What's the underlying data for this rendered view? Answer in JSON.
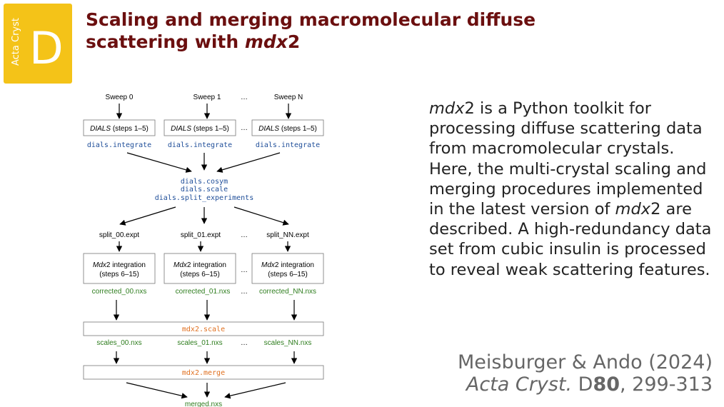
{
  "logo": {
    "side_text": "Acta Cryst",
    "letter": "D"
  },
  "title": {
    "line1": "Scaling and merging macromolecular diffuse",
    "line2_prefix": "scattering with ",
    "line2_italic": "mdx",
    "line2_suffix": "2"
  },
  "flowchart": {
    "sweeps": [
      "Sweep 0",
      "Sweep 1",
      "Sweep N"
    ],
    "ellipsis": "…",
    "dials_box": {
      "italic": "DIALS",
      "rest": " (steps 1–5)"
    },
    "integrate_cmd": "dials.integrate",
    "middle_cmds": [
      "dials.cosym",
      "dials.scale",
      "dials.split_experiments"
    ],
    "split_files": [
      "split_00.expt",
      "split_01.expt",
      "split_NN.expt"
    ],
    "mdx_box": {
      "italic": "Mdx",
      "rest": "2 integration",
      "line2": "(steps 6–15)"
    },
    "corrected_files": [
      "corrected_00.nxs",
      "corrected_01.nxs",
      "corrected_NN.nxs"
    ],
    "scale_cmd": "mdx2.scale",
    "scales_files": [
      "scales_00.nxs",
      "scales_01.nxs",
      "scales_NN.nxs"
    ],
    "merge_cmd": "mdx2.merge",
    "merged_file": "merged.nxs",
    "colors": {
      "dials_cmd": "#1f4e99",
      "mdx_cmd": "#e07020",
      "file_output": "#2e7d1e"
    }
  },
  "abstract": {
    "italic_1": "mdx",
    "text_1": "2 is a Python toolkit for processing diffuse scattering data from macromolecular crystals. Here, the multi-crystal scaling and merging procedures implemented in the latest version of ",
    "italic_2": "mdx",
    "text_2": "2 are described. A high-redundancy data set from cubic insulin is processed to reveal weak scattering features."
  },
  "citation": {
    "authors": "Meisburger & Ando (2024)",
    "journal": "Acta Cryst.",
    "section": " D",
    "volume": "80",
    "pages": ", 299-313"
  },
  "colors": {
    "title": "#6b0f0f",
    "logo_bg": "#f4c318",
    "citation": "#666666"
  }
}
